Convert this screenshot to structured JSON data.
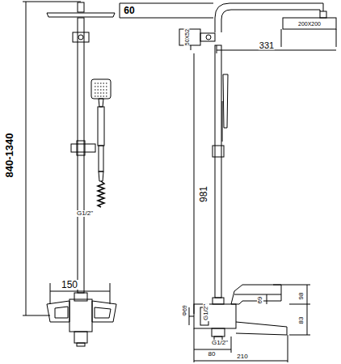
{
  "diagram": {
    "labels": [
      "840-1340",
      "60",
      "50X52",
      "331",
      "200X200",
      "981",
      "G1/2\"",
      "150",
      "Φ69",
      "G1/2\"",
      "69",
      "98",
      "83",
      "G1/2\"",
      "80",
      "210"
    ]
  }
}
